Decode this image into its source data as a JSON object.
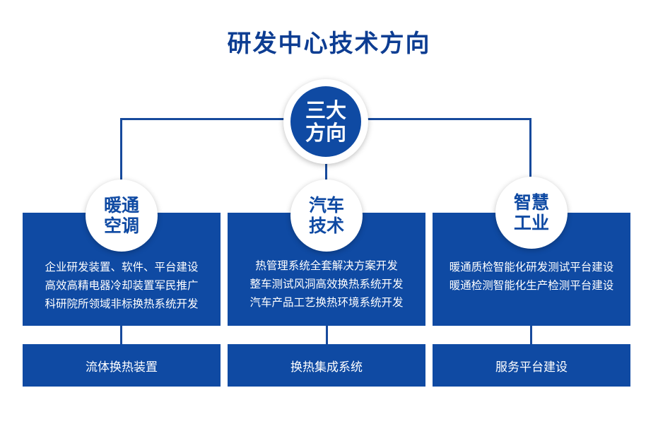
{
  "title": "研发中心技术方向",
  "center": {
    "line1": "三大",
    "line2": "方向"
  },
  "branches": [
    {
      "circle_line1": "暖通",
      "circle_line2": "空调",
      "items": [
        "企业研发装置、软件、平台建设",
        "高效高精电器冷却装置军民推广",
        "科研院所领域非标换热系统开发"
      ],
      "bottom": "流体换热装置"
    },
    {
      "circle_line1": "汽车",
      "circle_line2": "技术",
      "items": [
        "热管理系统全套解决方案开发",
        "整车测试风洞高效换热系统开发",
        "汽车产品工艺换热环境系统开发"
      ],
      "bottom": "换热集成系统"
    },
    {
      "circle_line1": "智慧",
      "circle_line2": "工业",
      "items": [
        "暖通质检智能化研发测试平台建设",
        "暖通检测智能化生产检测平台建设"
      ],
      "bottom": "服务平台建设"
    }
  ],
  "colors": {
    "primary": "#0f4aa3",
    "title": "#0d3d92",
    "line": "#174a9c"
  }
}
